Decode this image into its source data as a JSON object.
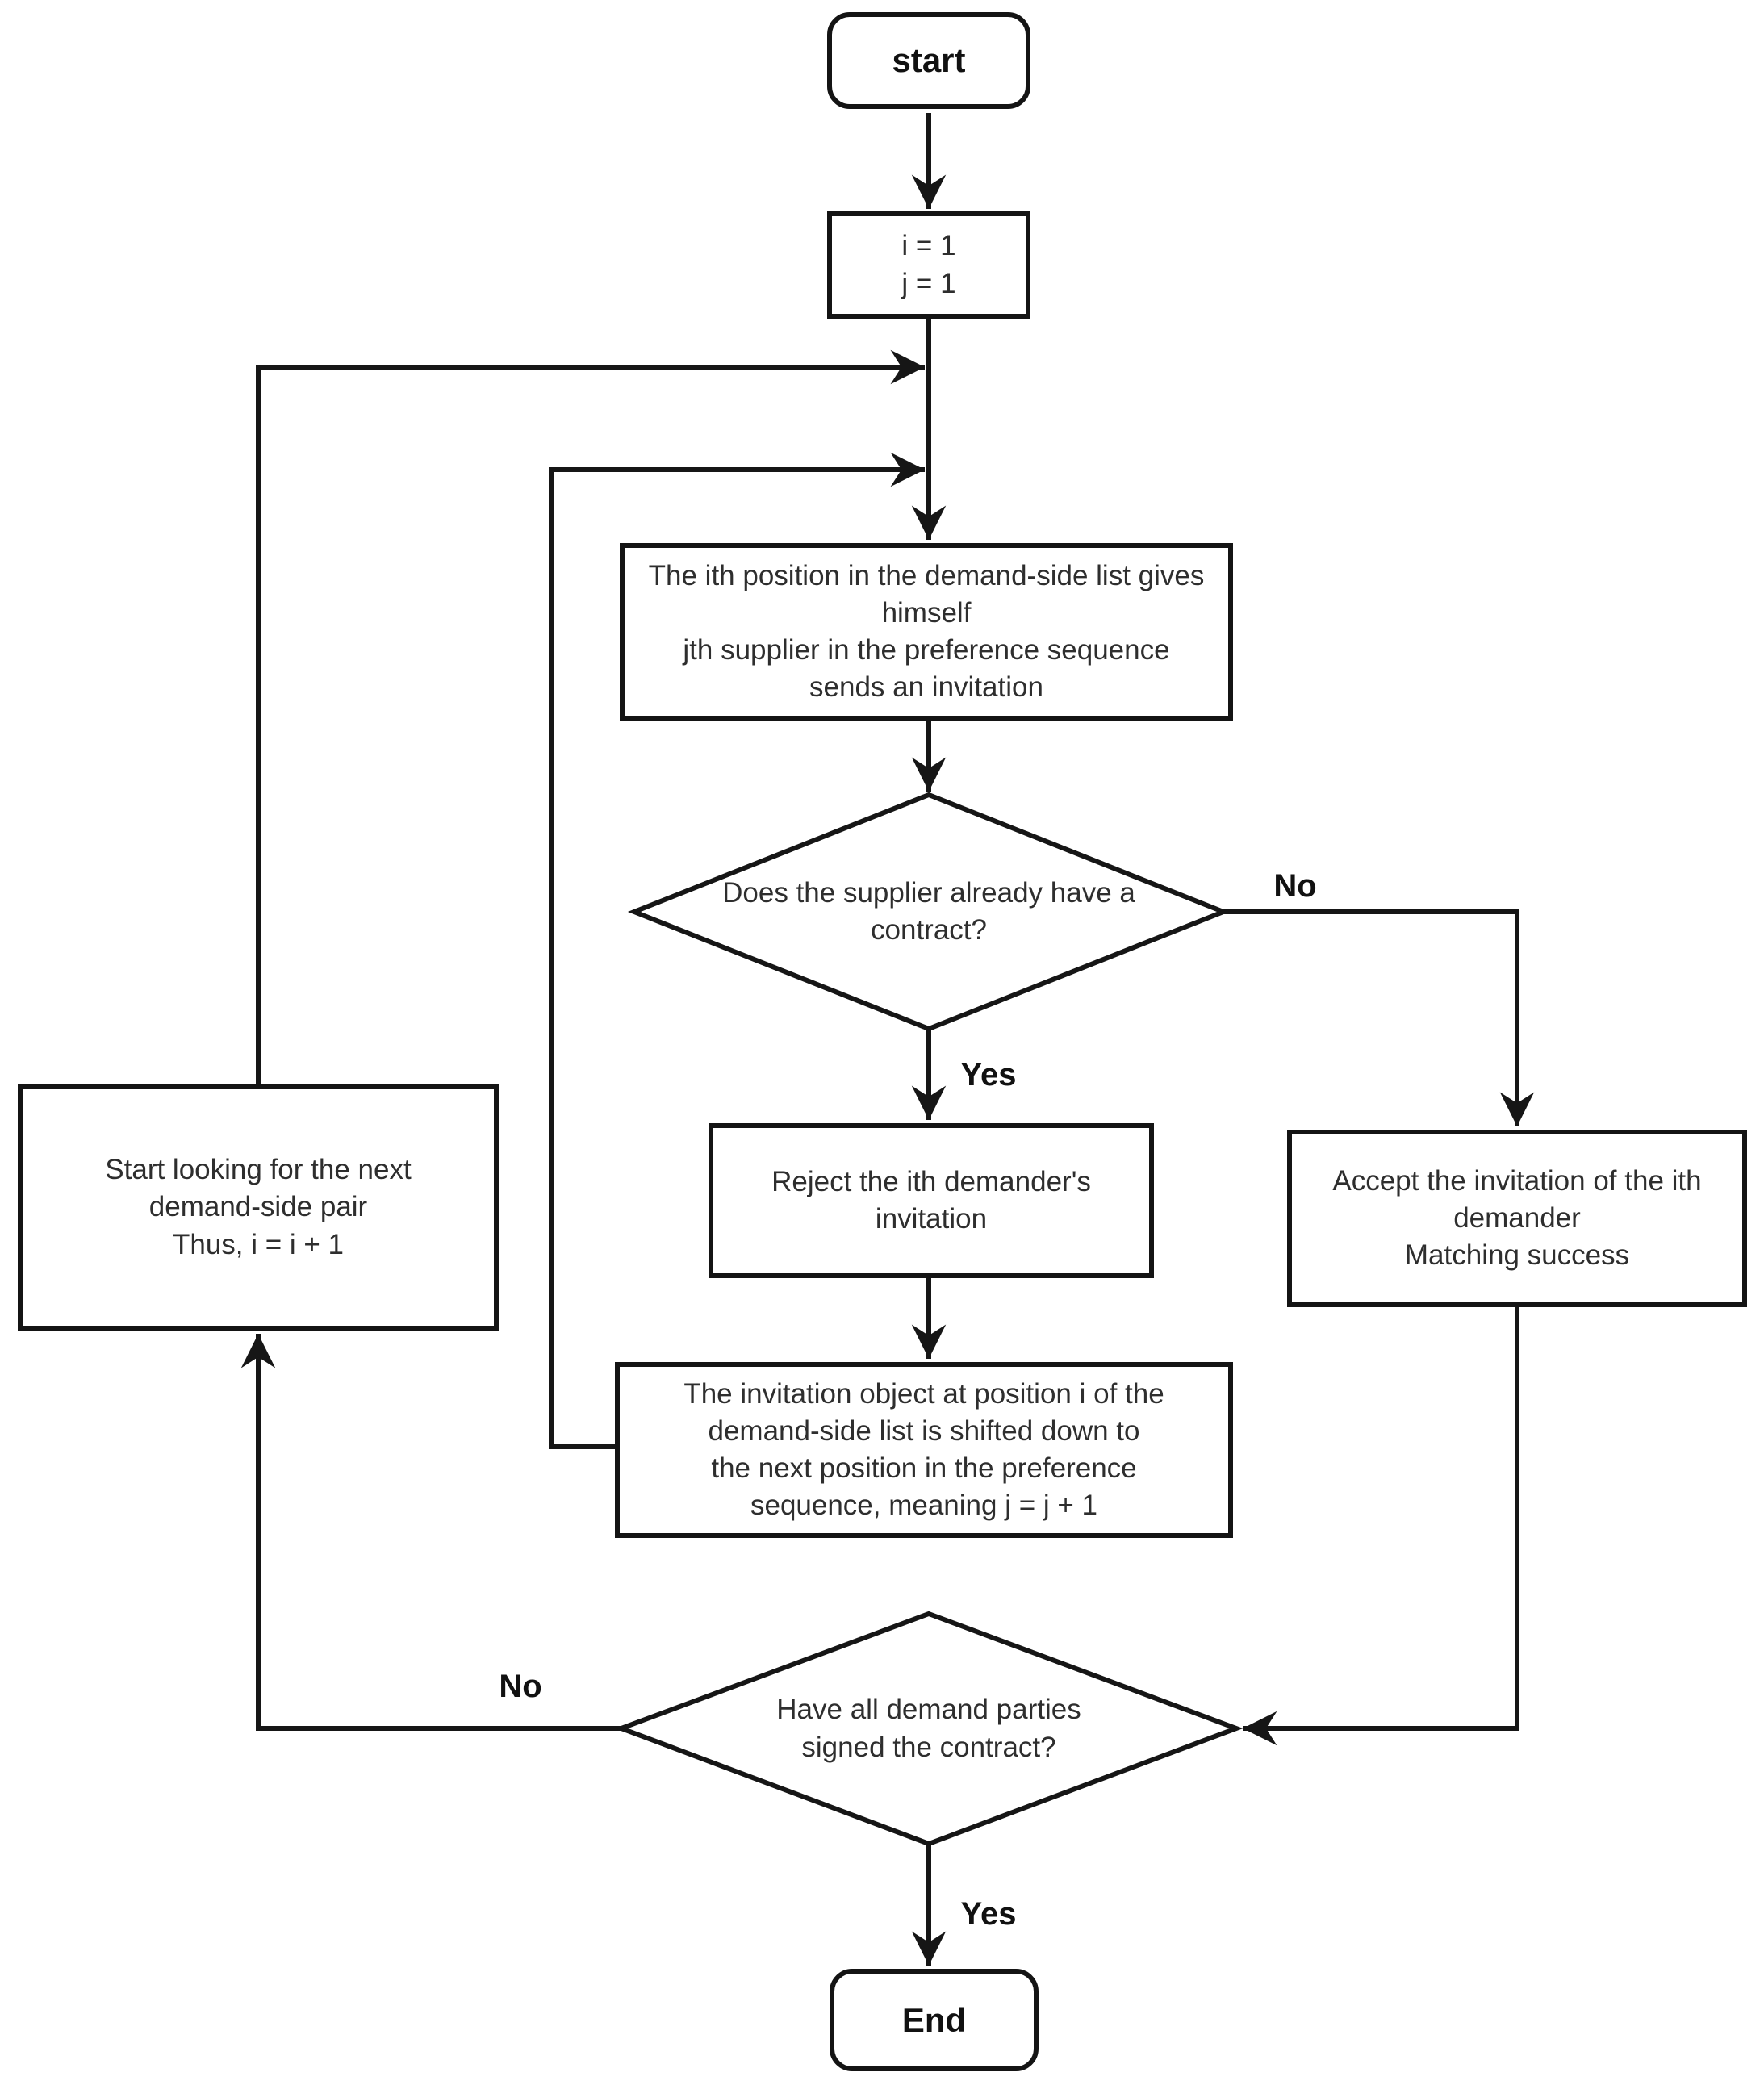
{
  "diagram": {
    "nodes": {
      "start": {
        "label": "start"
      },
      "init": {
        "lines": [
          "i = 1",
          "j = 1"
        ]
      },
      "send_invitation": {
        "lines": [
          "The ith position in the demand-side list gives",
          "himself",
          "jth supplier in the preference sequence",
          "sends an invitation"
        ]
      },
      "has_contract": {
        "lines": [
          "Does the supplier already have a",
          "contract?"
        ]
      },
      "reject": {
        "lines": [
          "Reject the ith demander's",
          "invitation"
        ]
      },
      "accept": {
        "lines": [
          "Accept the invitation of the ith",
          "demander",
          "Matching success"
        ]
      },
      "shift_preference": {
        "lines": [
          "The invitation object at position i of the",
          "demand-side list is shifted down to",
          "the next position in the preference",
          "sequence, meaning j = j + 1"
        ]
      },
      "next_pair": {
        "lines": [
          "Start looking for the next",
          "demand-side pair",
          "Thus, i = i + 1"
        ]
      },
      "all_signed": {
        "lines": [
          "Have all demand parties",
          "signed the contract?"
        ]
      },
      "end": {
        "label": "End"
      }
    },
    "edge_labels": {
      "has_contract_yes": "Yes",
      "has_contract_no": "No",
      "all_signed_yes": "Yes",
      "all_signed_no": "No"
    },
    "colors": {
      "stroke": "#161616",
      "text": "#2e2e2e",
      "background": "#ffffff"
    }
  }
}
